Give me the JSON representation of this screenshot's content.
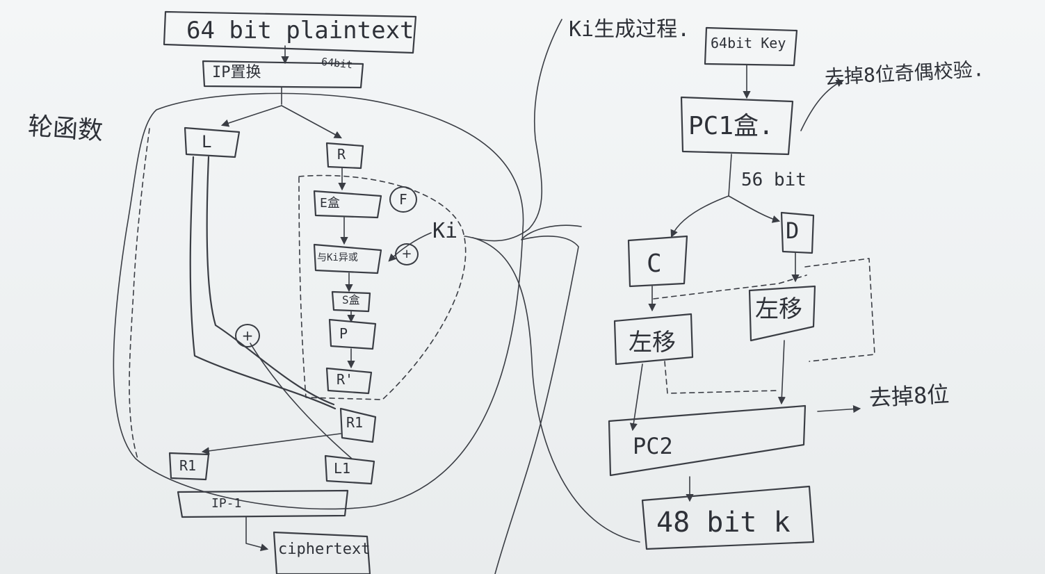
{
  "left_section": {
    "plaintext_box": "64 bit plaintext",
    "ip_box": "IP置换",
    "ip_note": "64bit",
    "round_function_label": "轮函数",
    "l_box": "L",
    "r_box": "R",
    "e_box": "E盒",
    "f_label": "F",
    "xor_ki_box": "与Ki异或",
    "xor_symbol": "+",
    "s_box": "S盒",
    "p_box": "P",
    "r_out_box": "R'",
    "r1_right_box": "R1",
    "r1_left_box": "R1",
    "l1_box": "L1",
    "ip_inv_box": "IP-1",
    "ciphertext_box": "ciphertext"
  },
  "middle": {
    "ki_label": "Ki"
  },
  "right_section": {
    "ki_title": "Ki生成过程.",
    "key_box": "64bit Key",
    "parity_note": "去掉8位奇偶校验.",
    "pc1_box": "PC1盒.",
    "bits56_label": "56 bit",
    "c_box": "C",
    "d_box": "D",
    "shift_left_c": "左移",
    "shift_left_d": "左移",
    "pc2_box": "PC2",
    "drop8_note": "去掉8位",
    "out48_box": "48 bit k"
  }
}
